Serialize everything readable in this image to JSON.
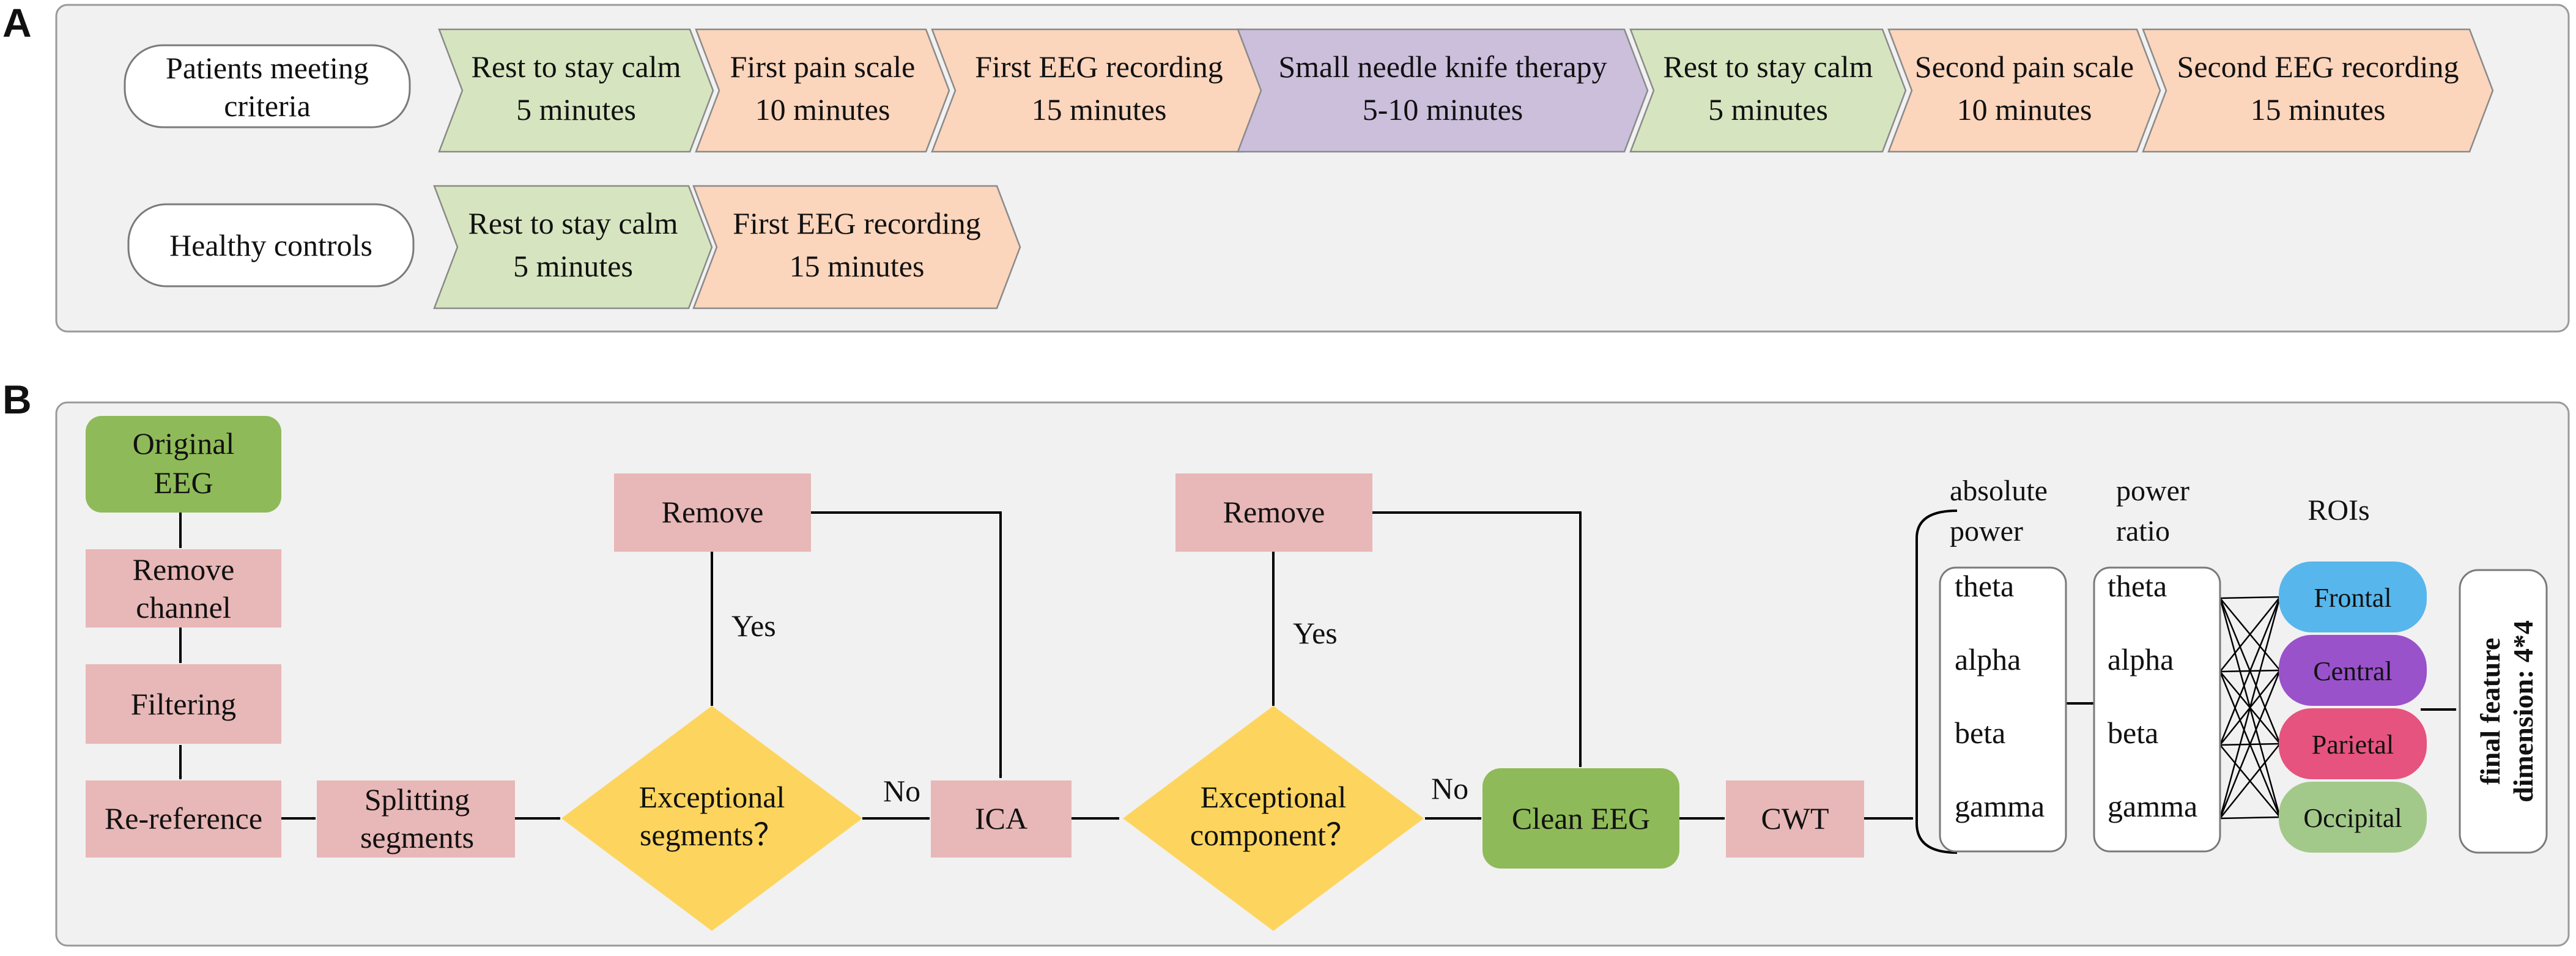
{
  "colors": {
    "panel_fill": "#f1f1f1",
    "panel_stroke": "#9a9a9a",
    "rest_green": "#d6e5bf",
    "pain_orange": "#fbd5bc",
    "therapy_purple": "#cbbfdc",
    "process_pink": "#e8b7b7",
    "decision_yellow": "#fdd55e",
    "terminal_green": "#8fba59",
    "roi_frontal": "#57b7ec",
    "roi_central": "#9a52cb",
    "roi_parietal": "#e6537e",
    "roi_occipital": "#a3c98a"
  },
  "panelA": {
    "label": "A",
    "patients": {
      "label_line1": "Patients meeting",
      "label_line2": "criteria",
      "steps": [
        {
          "line1": "Rest to stay calm",
          "line2": "5 minutes",
          "kind": "rest"
        },
        {
          "line1": "First pain scale",
          "line2": "10 minutes",
          "kind": "pain"
        },
        {
          "line1": "First EEG recording",
          "line2": "15 minutes",
          "kind": "pain"
        },
        {
          "line1": "Small needle knife therapy",
          "line2": "5-10 minutes",
          "kind": "therapy"
        },
        {
          "line1": "Rest to stay calm",
          "line2": "5 minutes",
          "kind": "rest"
        },
        {
          "line1": "Second pain scale",
          "line2": "10 minutes",
          "kind": "pain"
        },
        {
          "line1": "Second EEG recording",
          "line2": "15 minutes",
          "kind": "pain"
        }
      ]
    },
    "controls": {
      "label": "Healthy controls",
      "steps": [
        {
          "line1": "Rest to stay calm",
          "line2": "5 minutes",
          "kind": "rest"
        },
        {
          "line1": "First EEG recording",
          "line2": "15 minutes",
          "kind": "pain"
        }
      ]
    }
  },
  "panelB": {
    "label": "B",
    "original_eeg_line1": "Original",
    "original_eeg_line2": "EEG",
    "remove_channel_line1": "Remove",
    "remove_channel_line2": "channel",
    "filtering": "Filtering",
    "rereference": "Re-reference",
    "splitting_line1": "Splitting",
    "splitting_line2": "segments",
    "decision1_line1": "Exceptional",
    "decision1_line2": "segments？",
    "remove1": "Remove",
    "yes1": "Yes",
    "no1": "No",
    "ica": "ICA",
    "decision2_line1": "Exceptional",
    "decision2_line2": "component？",
    "remove2": "Remove",
    "yes2": "Yes",
    "no2": "No",
    "clean_eeg": "Clean EEG",
    "cwt": "CWT",
    "absolute_power_line1": "absolute",
    "absolute_power_line2": "power",
    "power_ratio_line1": "power",
    "power_ratio_line2": "ratio",
    "rois_title": "ROIs",
    "bands": [
      "theta",
      "alpha",
      "beta",
      "gamma"
    ],
    "rois": [
      "Frontal",
      "Central",
      "Parietal",
      "Occipital"
    ],
    "final_line1": "final feature",
    "final_line2": "dimension: 4*4"
  }
}
